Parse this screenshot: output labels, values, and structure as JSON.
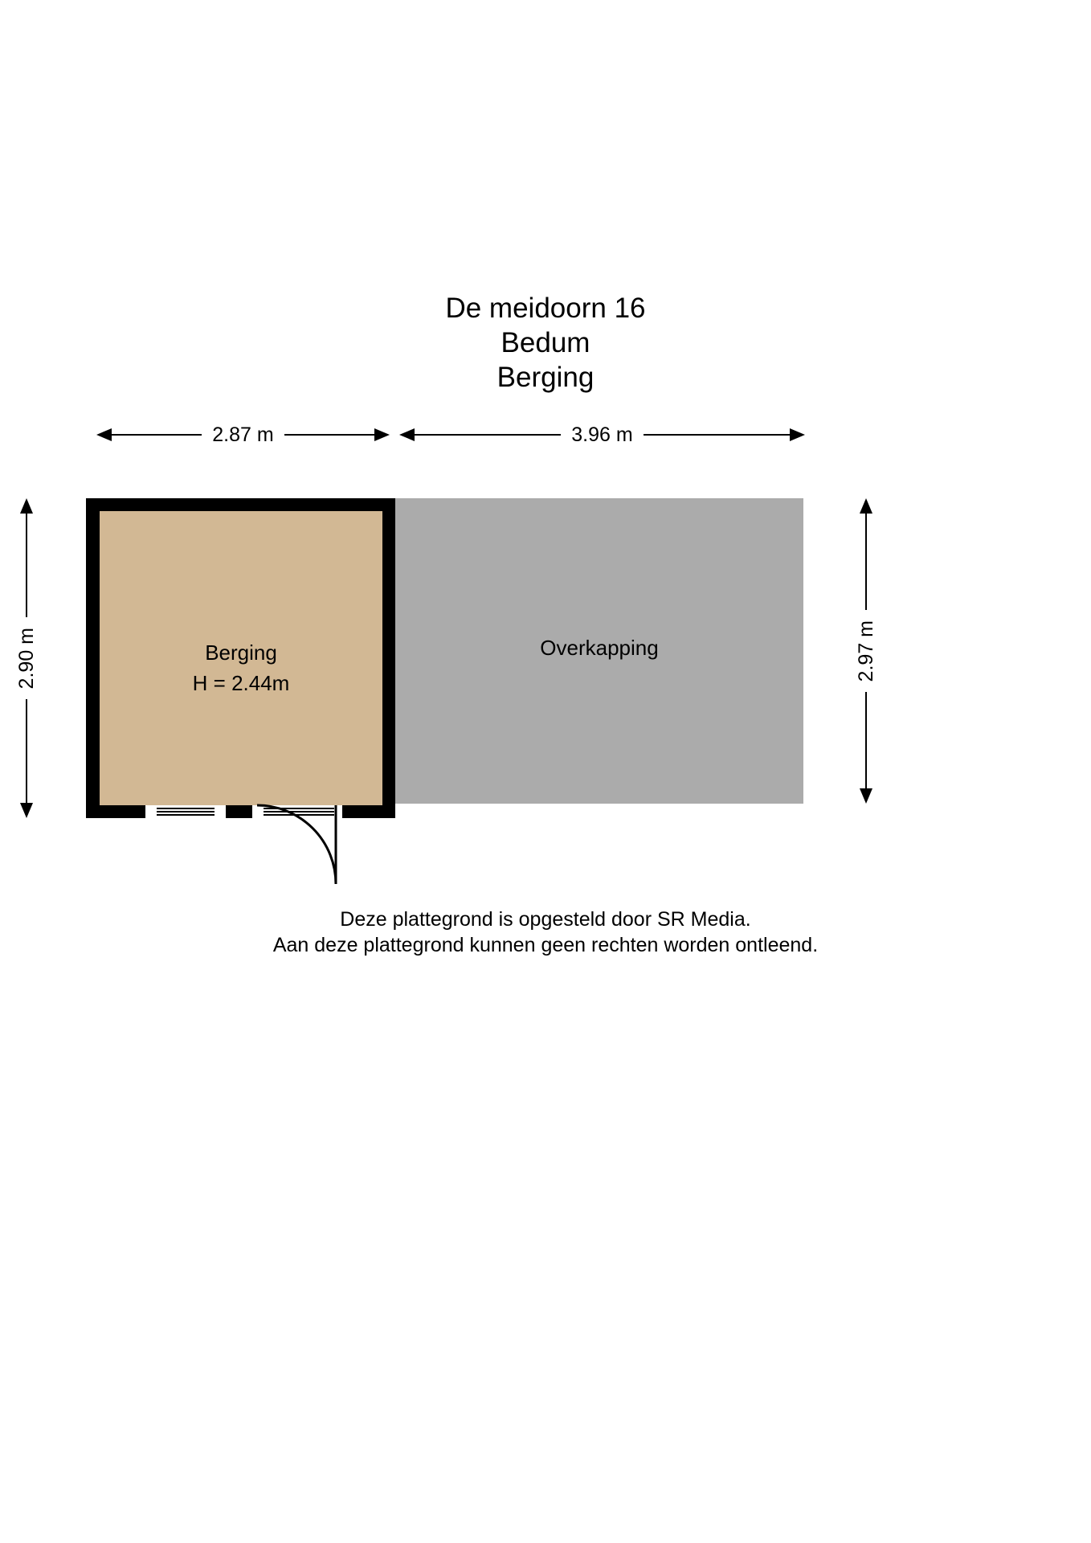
{
  "document": {
    "type": "floor-plan",
    "title_lines": [
      "De meidoorn 16",
      "Bedum",
      "Berging"
    ]
  },
  "dimensions": {
    "top": [
      {
        "label": "2.87 m",
        "name": "berging-width"
      },
      {
        "label": "3.96 m",
        "name": "overkapping-width"
      }
    ],
    "left": {
      "label": "2.90 m",
      "name": "berging-depth"
    },
    "right": {
      "label": "2.97 m",
      "name": "overkapping-depth"
    }
  },
  "rooms": [
    {
      "name": "berging",
      "label": "Berging",
      "height_label": "H = 2.44m",
      "fill": "#d2b894",
      "wall_color": "#000000"
    },
    {
      "name": "overkapping",
      "label": "Overkapping",
      "height_label": "",
      "fill": "#ababab",
      "wall_color": ""
    }
  ],
  "footer": {
    "lines": [
      "Deze plattegrond is opgesteld door SR Media.",
      "Aan deze plattegrond kunnen geen rechten worden ontleend."
    ]
  },
  "palette": {
    "background": "#ffffff",
    "ink": "#000000",
    "berging_fill": "#d2b894",
    "overkapping_fill": "#ababab"
  }
}
